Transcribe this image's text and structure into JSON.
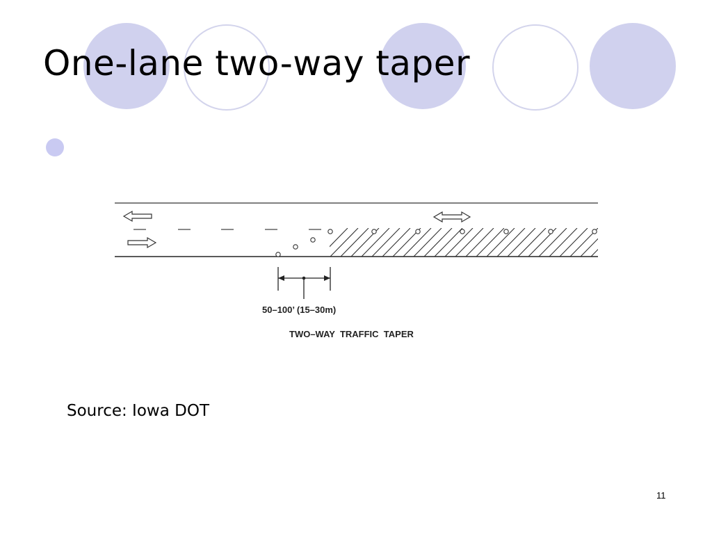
{
  "slide": {
    "title": "One-lane two-way taper",
    "bullet_text": "",
    "source": "Source: Iowa DOT",
    "page_number": "11"
  },
  "diagram": {
    "dimension_label": "50–100’ (15–30m)",
    "caption": "TWO–WAY  TRAFFIC  TAPER",
    "icons": [
      "arrow-left-icon",
      "arrow-right-icon",
      "double-arrow-icon",
      "traffic-cone-icon"
    ]
  },
  "colors": {
    "accent_circle": "#d0d1ee",
    "outline_circle": "#d3d4ec",
    "bullet": "#c9caf2",
    "diagram_ink": "#222222"
  }
}
